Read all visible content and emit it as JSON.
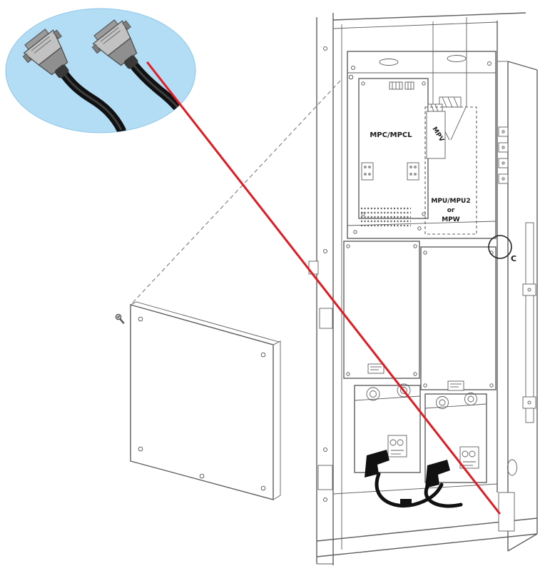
{
  "figure": {
    "type": "hardware-installation-illustration",
    "labels": {
      "controller_board": "MPC/MPCL",
      "mpv_unit": "MPV",
      "mpu_line1": "MPU/MPU2",
      "mpu_line2": "or",
      "mpu_line3": "MPW",
      "detail_marker": "C"
    },
    "colors": {
      "callout_line": "#e01b22",
      "inset_background": "#b3dcf5",
      "line_art": "#5f5f5f",
      "cable": "#111111",
      "label_text": "#1a1a1a"
    },
    "parts": [
      "cable-connectors-inset",
      "connector-left",
      "connector-right",
      "red-callout-line",
      "dashed-alignment-line",
      "side-cover-panel",
      "cover-screw",
      "cabinet-frame",
      "mpc-mpcl-board",
      "mpv-unit",
      "mpu-mpw-unit-outline",
      "drive-modules",
      "battery-units",
      "battery-cables",
      "detail-c-marker"
    ]
  }
}
